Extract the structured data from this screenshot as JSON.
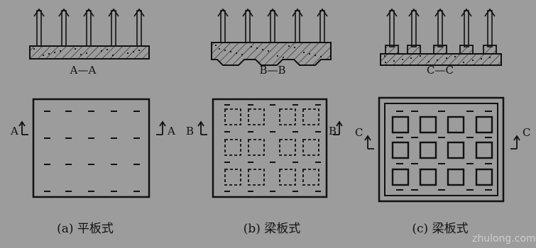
{
  "sections": {
    "a": "A—A",
    "b": "B—B",
    "c": "C—C"
  },
  "captions": {
    "a": "(a) 平板式",
    "b": "(b) 梁板式",
    "c": "(c) 梁板式"
  },
  "cut_marks": {
    "a_left": "A",
    "a_right": "A",
    "b_left": "B",
    "b_right": "B",
    "c_left": "C",
    "c_right": "C"
  },
  "watermark": {
    "domain": "zhulong.com"
  },
  "colors": {
    "background": "#9c9c9c",
    "ink": "#111111",
    "watermark": "#d8d8d8"
  }
}
